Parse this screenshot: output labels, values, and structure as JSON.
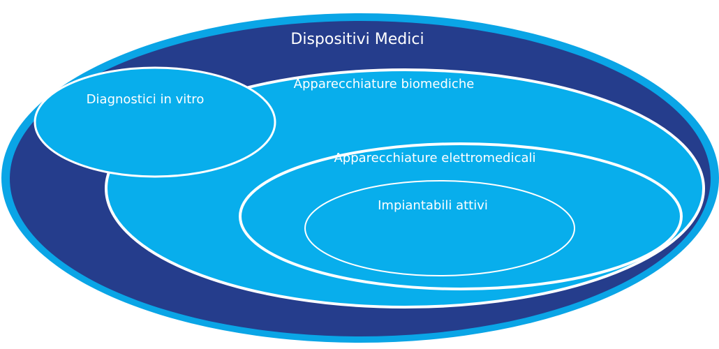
{
  "diagram": {
    "title": "Dispositivi Medici",
    "sets": [
      {
        "id": "dispositivi-medici",
        "label": "Dispositivi Medici",
        "contains": [
          "diagnostici-in-vitro",
          "apparecchiature-biomediche"
        ]
      },
      {
        "id": "diagnostici-in-vitro",
        "label": "Diagnostici in vitro",
        "contains": []
      },
      {
        "id": "apparecchiature-biomediche",
        "label": "Apparecchiature biomediche",
        "contains": [
          "apparecchiature-elettromedicali"
        ]
      },
      {
        "id": "apparecchiature-elettromedicali",
        "label": "Apparecchiature elettromedicali",
        "contains": [
          "impiantabili-attivi"
        ]
      },
      {
        "id": "impiantabili-attivi",
        "label": "Impiantabili attivi",
        "contains": []
      }
    ],
    "colors": {
      "outer_ring": "#0aa5e6",
      "outer_fill": "#253d8c",
      "inner_fill": "#08aeec",
      "stroke": "#ffffff"
    }
  }
}
